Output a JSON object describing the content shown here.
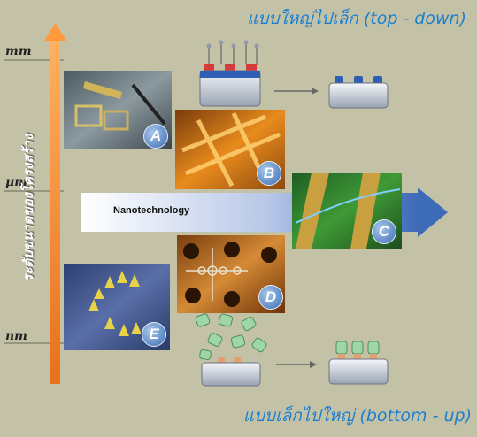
{
  "titles": {
    "top": "แบบใหญ่ไปเล็ก (top - down)",
    "bottom": "แบบเล็กไปใหญ่ (bottom - up)"
  },
  "scale": {
    "mm": "mm",
    "um": "µm",
    "nm": "nm",
    "axis_label": "ระดับขนาดของโครงสร้าง"
  },
  "center_label": "Nanotechnology",
  "panels": {
    "a": "A",
    "b": "B",
    "c": "C",
    "d": "D",
    "e": "E"
  },
  "colors": {
    "background": "#c3c2a6",
    "title": "#1c7fd0",
    "axis": "#f07a1a",
    "badge": "#3b6fb5"
  }
}
